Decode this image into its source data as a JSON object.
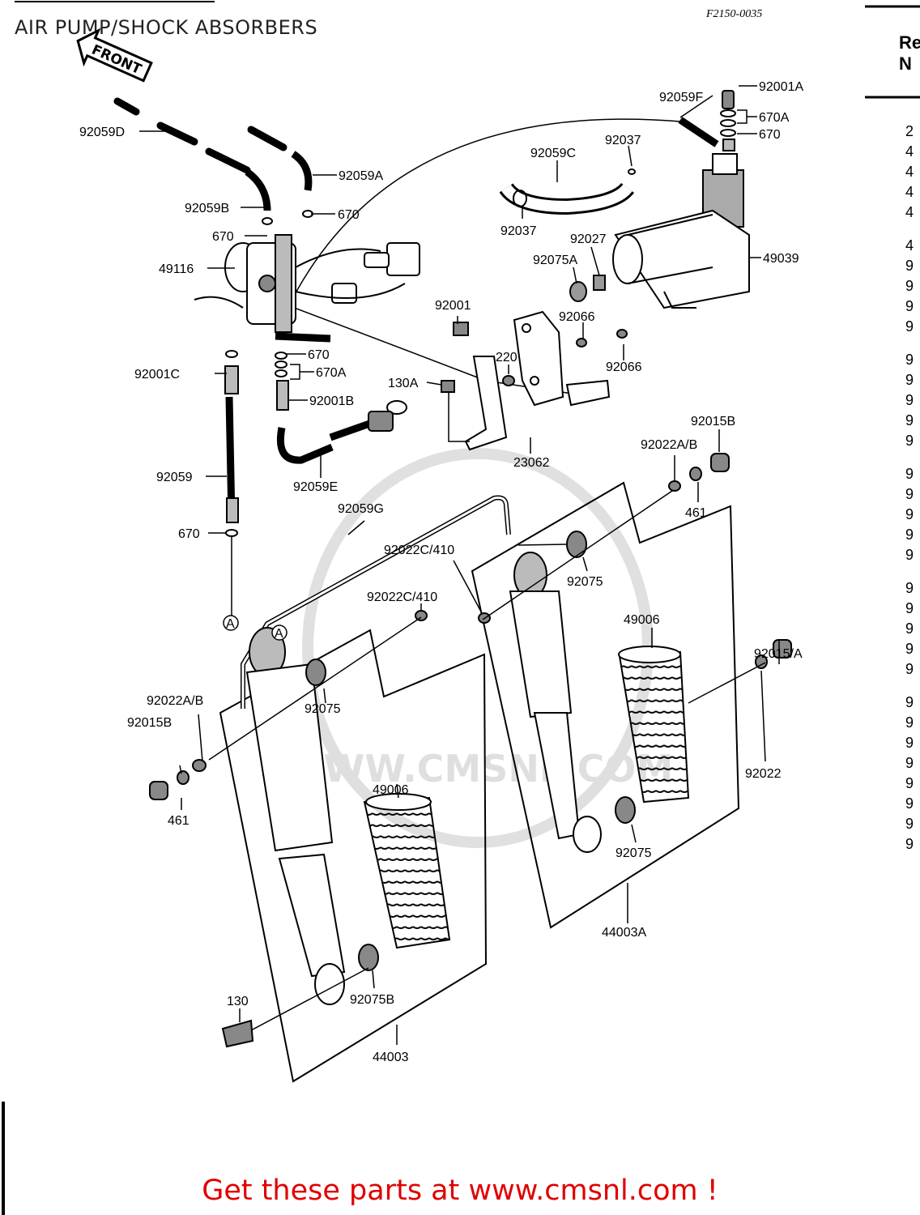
{
  "page": {
    "title": "AIR PUMP/SHOCK ABSORBERS",
    "diagram_code": "F2150-0035",
    "footer": "Get these parts at www.cmsnl.com !",
    "front_label": "FRONT",
    "watermark": "WWW.CMSNL.COM"
  },
  "ref_table": {
    "header_line1": "Re",
    "header_line2": "N",
    "entries": [
      "2",
      "4",
      "4",
      "4",
      "4",
      "4",
      "9",
      "9",
      "9",
      "9",
      "9",
      "9",
      "9",
      "9",
      "9",
      "9",
      "9",
      "9",
      "9",
      "9",
      "9",
      "9",
      "9",
      "9",
      "9",
      "9",
      "9",
      "9",
      "9",
      "9",
      "9",
      "9",
      "9"
    ]
  },
  "labels": {
    "l92059D": "92059D",
    "l92059A": "92059A",
    "l92059B": "92059B",
    "l670_1": "670",
    "l670_2": "670",
    "l49116": "49116",
    "l670_3": "670",
    "l670A_1": "670A",
    "l92001C": "92001C",
    "l92001B": "92001B",
    "l92059E": "92059E",
    "l92059": "92059",
    "l670_4": "670",
    "lA_1": "A",
    "l92059F": "92059F",
    "l92001A": "92001A",
    "l670A_2": "670A",
    "l670_5": "670",
    "l92037_1": "92037",
    "l92059C": "92059C",
    "l92037_2": "92037",
    "l92027": "92027",
    "l92075A": "92075A",
    "l49039": "49039",
    "l92001": "92001",
    "l92066_1": "92066",
    "l220": "220",
    "l92066_2": "92066",
    "l130A": "130A",
    "l23062": "23062",
    "l92015B_1": "92015B",
    "l92022AB_1": "92022A/B",
    "l461_1": "461",
    "l92059G": "92059G",
    "l92022C410_1": "92022C/410",
    "l92022C410_2": "92022C/410",
    "l92075_1": "92075",
    "l49006_1": "49006",
    "lA_2": "A",
    "l92022AB_2": "92022A/B",
    "l92015B_2": "92015B",
    "l461_2": "461",
    "l92075_2": "92075",
    "l49006_2": "49006",
    "l92015A": "92015/A",
    "l92022": "92022",
    "l92075_3": "92075",
    "l44003A": "44003A",
    "l130": "130",
    "l92075B": "92075B",
    "l44003": "44003"
  }
}
